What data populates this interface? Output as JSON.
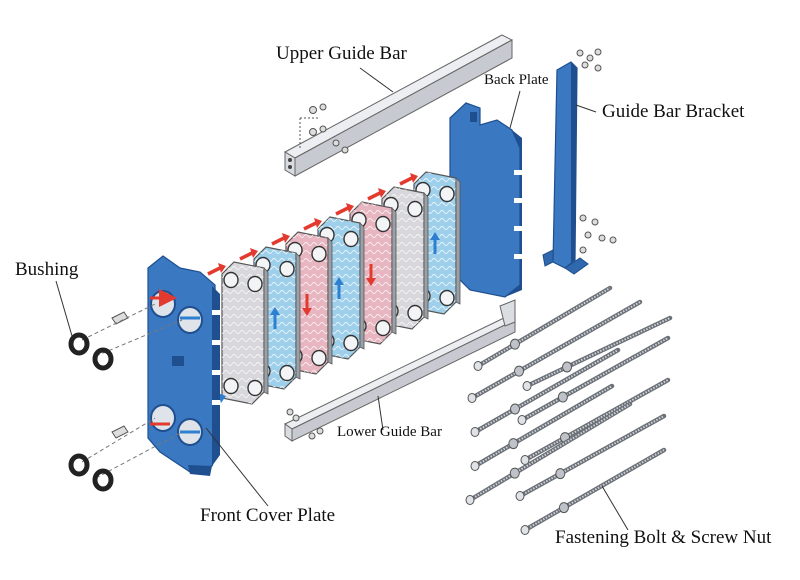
{
  "labels": {
    "upper_guide_bar": "Upper Guide Bar",
    "back_plate": "Back Plate",
    "guide_bar_bracket": "Guide Bar Bracket",
    "bushing": "Bushing",
    "lower_guide_bar": "Lower Guide Bar",
    "front_cover_plate": "Front Cover Plate",
    "fastening_bolt": "Fastening Bolt & Screw Nut"
  },
  "colors": {
    "frame_blue": "#3a78c2",
    "frame_blue_dark": "#1f4f8f",
    "steel_light": "#e4e6ea",
    "steel_mid": "#b9bdc4",
    "plate_grey": "#d8d8dc",
    "plate_blue": "#9ed0ec",
    "plate_pink": "#e8b6c0",
    "arrow_red": "#e23a2e",
    "arrow_blue": "#2f7fd0",
    "gasket_dark": "#222222",
    "leader_line": "#333333"
  },
  "plates": [
    {
      "fill": "plate_grey",
      "flow": "none"
    },
    {
      "fill": "plate_blue",
      "flow": "up"
    },
    {
      "fill": "plate_pink",
      "flow": "down"
    },
    {
      "fill": "plate_blue",
      "flow": "up"
    },
    {
      "fill": "plate_pink",
      "flow": "down"
    },
    {
      "fill": "plate_grey",
      "flow": "none"
    },
    {
      "fill": "plate_blue",
      "flow": "up"
    }
  ]
}
